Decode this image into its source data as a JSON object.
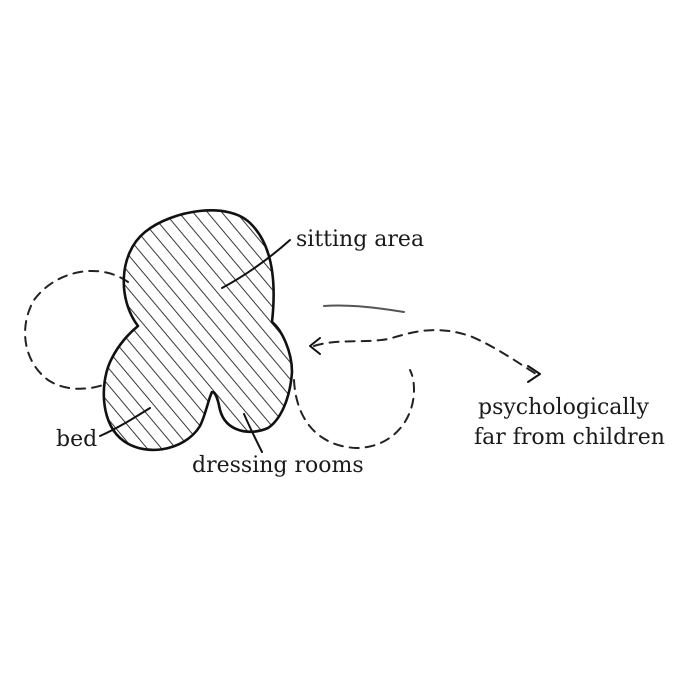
{
  "labels": {
    "sitting_area": "sitting area",
    "bed": "bed",
    "dressing_rooms": "dressing rooms",
    "psychological_line1": "psychologically",
    "psychological_line2": "far from children"
  },
  "colors": {
    "ink": "#111111",
    "paper": "#ffffff"
  }
}
